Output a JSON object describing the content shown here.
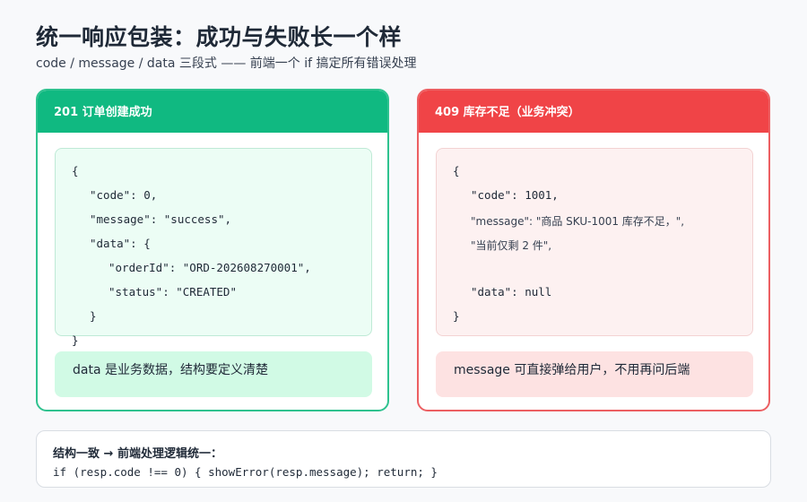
{
  "header": {
    "title": "统一响应包装：成功与失败长一个样",
    "subtitle": "code / message / data 三段式 —— 前端一个 if 搞定所有错误处理"
  },
  "success_card": {
    "title": "201 订单创建成功",
    "code_lines": [
      "{",
      "\"code\": 0,",
      "\"message\": \"success\",",
      "\"data\": {",
      "\"orderId\": \"ORD-202608270001\",",
      "\"status\": \"CREATED\"",
      "}",
      "}"
    ],
    "note": "data 是业务数据，结构要定义清楚"
  },
  "error_card": {
    "title": "409 库存不足（业务冲突）",
    "code_lines": [
      "{",
      "\"code\": 1001,",
      "\"message\": \"商品 SKU-1001 库存不足，\",",
      "\"当前仅剩 2 件\",",
      "\"data\": null",
      "}"
    ],
    "note": "message 可直接弹给用户，不用再问后端"
  },
  "footer": {
    "title": "结构一致 → 前端处理逻辑统一：",
    "code": "if (resp.code !== 0) { showError(resp.message); return; }"
  },
  "colors": {
    "success": "#10b981",
    "error": "#f04447"
  }
}
